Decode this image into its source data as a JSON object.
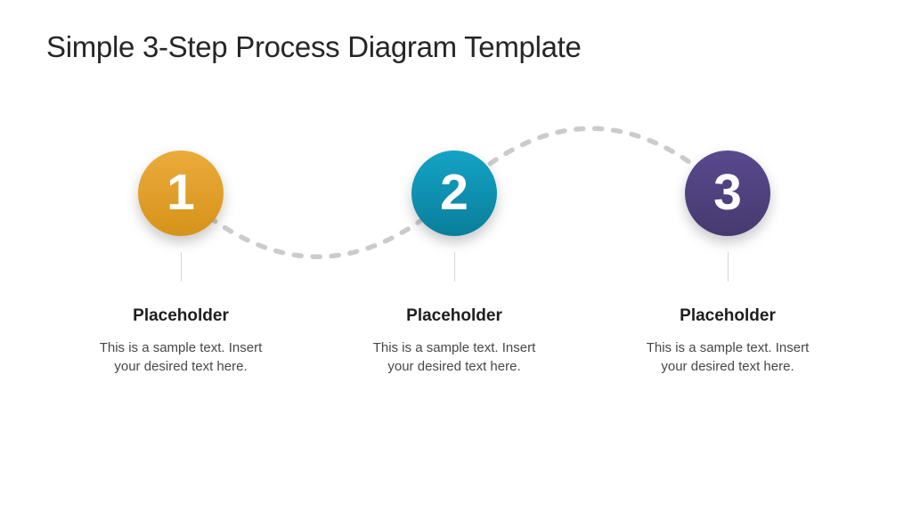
{
  "title": "Simple 3-Step Process Diagram Template",
  "wave": {
    "color": "#cbcbcb"
  },
  "connector": {
    "color": "#d5d5d5"
  },
  "steps": [
    {
      "number": "1",
      "label": "Placeholder",
      "description": "This is a sample text. Insert your desired text here.",
      "color_top": "#EBAB3B",
      "color_bottom": "#D6931A"
    },
    {
      "number": "2",
      "label": "Placeholder",
      "description": "This is a sample text. Insert your desired text here.",
      "color_top": "#14A3C6",
      "color_bottom": "#0A7E9B"
    },
    {
      "number": "3",
      "label": "Placeholder",
      "description": "This is a sample text. Insert your desired text here.",
      "color_top": "#59498E",
      "color_bottom": "#463A6F"
    }
  ]
}
